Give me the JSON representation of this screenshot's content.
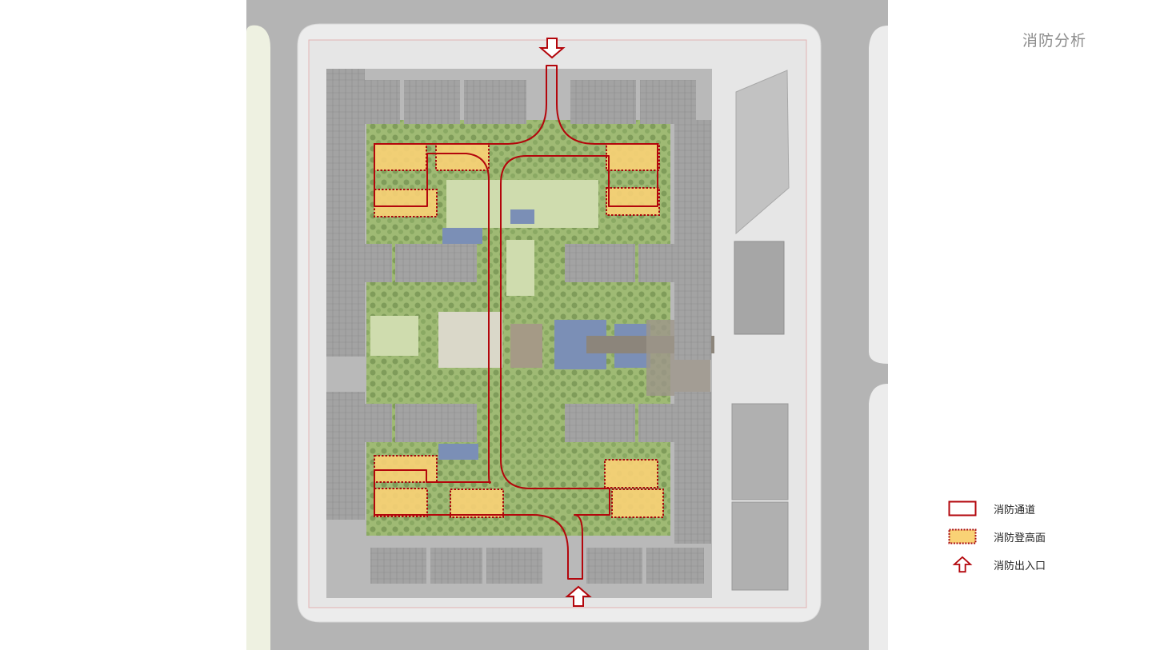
{
  "title": "消防分析",
  "colors": {
    "fire_route": "#b3060c",
    "climbing_fill": "#f9d275",
    "climbing_border": "#a8070d",
    "road": "#b4b4b4",
    "sidewalk": "#ededed",
    "building": "#9a9a9a",
    "green": "#a7c17a",
    "water": "#7b8fb6"
  },
  "legend": {
    "items": [
      {
        "label": "消防通道",
        "icon": "fire-route-swatch"
      },
      {
        "label": "消防登高面",
        "icon": "climbing-surface-swatch"
      },
      {
        "label": "消防出入口",
        "icon": "entrance-arrow-icon"
      }
    ]
  }
}
